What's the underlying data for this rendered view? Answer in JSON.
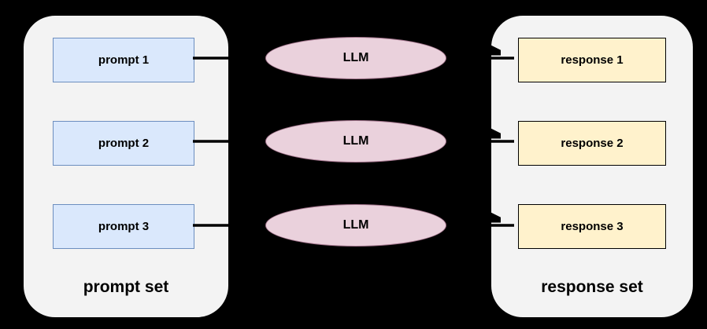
{
  "diagram": {
    "background_color": "#000000",
    "prompt_set": {
      "label": "prompt set",
      "container_fill": "#f3f3f3",
      "node_fill": "#dae8fc",
      "node_border": "#6c8ebf",
      "items": [
        {
          "label": "prompt 1"
        },
        {
          "label": "prompt 2"
        },
        {
          "label": "prompt 3"
        }
      ]
    },
    "llm_nodes": {
      "fill": "#ead1dc",
      "border": "#a0728a",
      "items": [
        {
          "label": "LLM"
        },
        {
          "label": "LLM"
        },
        {
          "label": "LLM"
        }
      ]
    },
    "response_set": {
      "label": "response set",
      "container_fill": "#f3f3f3",
      "node_fill": "#fff2cc",
      "node_border": "#000000",
      "items": [
        {
          "label": "response 1"
        },
        {
          "label": "response 2"
        },
        {
          "label": "response 3"
        }
      ]
    }
  }
}
